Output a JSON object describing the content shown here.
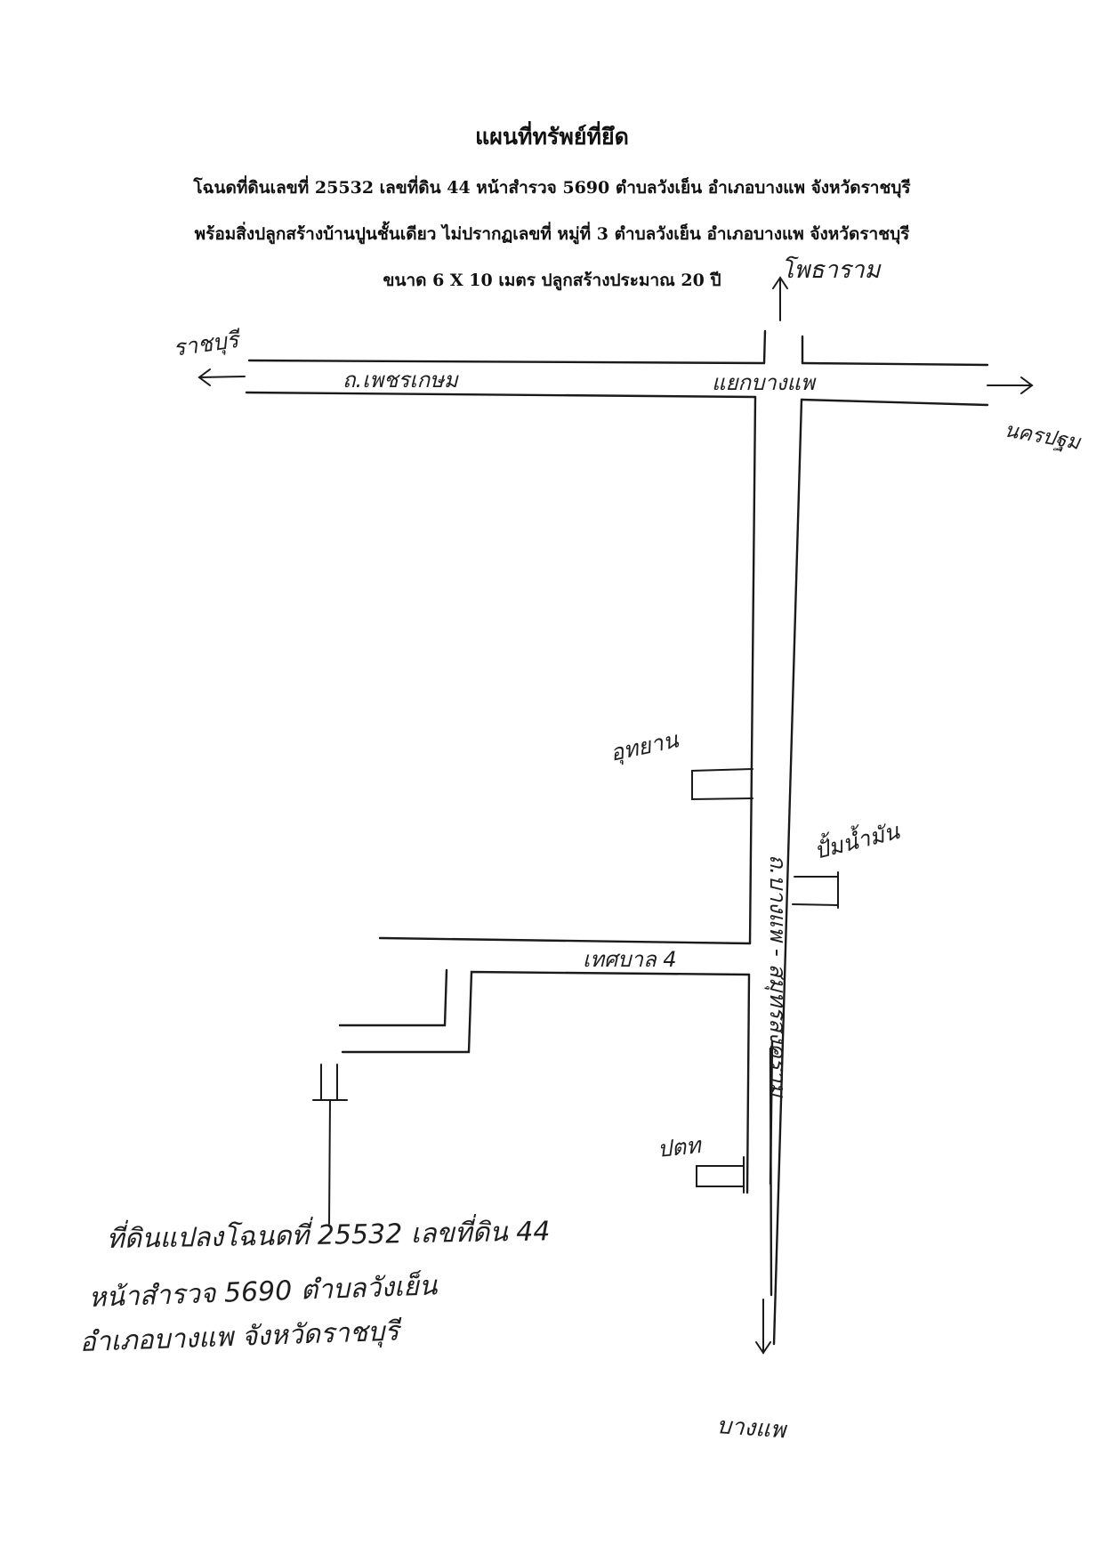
{
  "title": "แผนที่ทรัพย์ที่ยึด",
  "description": {
    "line1": "โฉนดที่ดินเลขที่  25532  เลขที่ดิน 44  หน้าสำรวจ 5690  ตำบลวังเย็น  อำเภอบางแพ  จังหวัดราชบุรี",
    "line2": "พร้อมสิ่งปลูกสร้างบ้านปูนชั้นเดียว ไม่ปรากฏเลขที่ หมู่ที่ 3 ตำบลวังเย็น  อำเภอบางแพ  จังหวัดราชบุรี",
    "line3": "ขนาด 6 X 10  เมตร  ปลูกสร้างประมาณ  20  ปี"
  },
  "map_labels": {
    "north_destination": "โพธาราม",
    "west_destination": "ราชบุรี",
    "east_destination_line1": "นครปฐม",
    "highway_name": "ถ.เพชรเกษม",
    "junction_name": "แยกบางแพ",
    "main_road_name": "ถ.บางแพ - สมุทรสงคราม",
    "landmark_1": "อุทยาน",
    "landmark_2": "ปั้มน้ำมัน",
    "landmark_3": "ปตท",
    "side_road_name": "เทศบาล 4",
    "south_destination": "บางแพ"
  },
  "handwritten_note": {
    "line1": "ที่ดินแปลงโฉนดที่ 25532  เลขที่ดิน 44",
    "line2": "หน้าสำรวจ 5690  ตำบลวังเย็น",
    "line3": "อำเภอบางแพ  จังหวัดราชบุรี"
  }
}
